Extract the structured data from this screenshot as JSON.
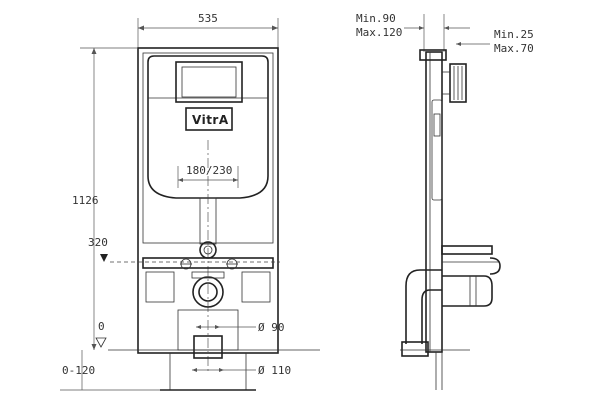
{
  "front_view": {
    "width_dim": "535",
    "height_dim": "1126",
    "flush_outlet_dim": "180/230",
    "level_320": "320",
    "level_0": "0",
    "level_range": "0-120",
    "pipe_90": "Ø 90",
    "pipe_110": "Ø 110",
    "brand": "VitrA"
  },
  "side_view": {
    "wall_min": "Min.90",
    "wall_max": "Max.120",
    "finish_min": "Min.25",
    "finish_max": "Max.70"
  }
}
